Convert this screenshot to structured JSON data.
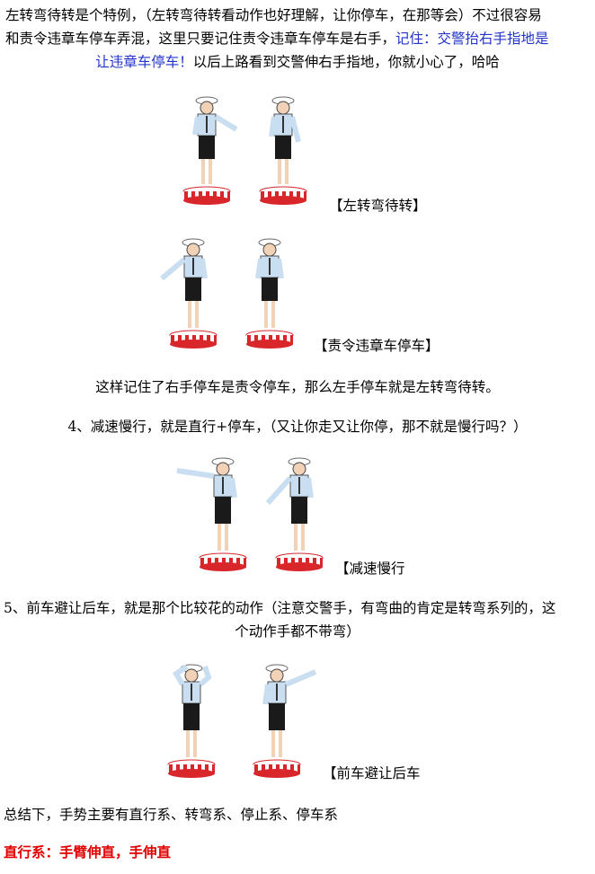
{
  "intro": {
    "line1": "左转弯待转是个特例，（左转弯待转看动作也好理解，让你停车，在那等会）不过很容易",
    "line2_a": "和责令违章车停车弄混，这里只要记住责令违章车停车是右手，",
    "line2_b": "记住：交警抬右手指地是",
    "line3_a": "让违章车停车！",
    "line3_b": "以后上路看到交警伸右手指地，你就小心了，哈哈"
  },
  "captions": {
    "left_turn_wait": "【左转弯待转】",
    "stop_violation": "【责令违章车停车】",
    "slow_down": "【减速慢行",
    "yield": "【前车避让后车"
  },
  "text": {
    "remember": "这样记住了右手停车是责令停车，那么左手停车就是左转弯待转。",
    "item4": "4、减速慢行，就是直行+停车，（又让你走又让你停，那不就是慢行吗？）",
    "item5_l1": "5、前车避让后车，就是那个比较花的动作（注意交警手，有弯曲的肯定是转弯系列的，这",
    "item5_l2": "个动作手都不带弯）",
    "summary": "总结下，手势主要有直行系、转弯系、停止系、停车系",
    "straight": "直行系：手臂伸直，手伸直"
  },
  "colors": {
    "highlight_blue": "#2233cc",
    "heading_red": "#e00000",
    "uniform_shirt": "#c9def0",
    "skirt": "#1a1a1a",
    "pedestal_red": "#d8262b"
  }
}
